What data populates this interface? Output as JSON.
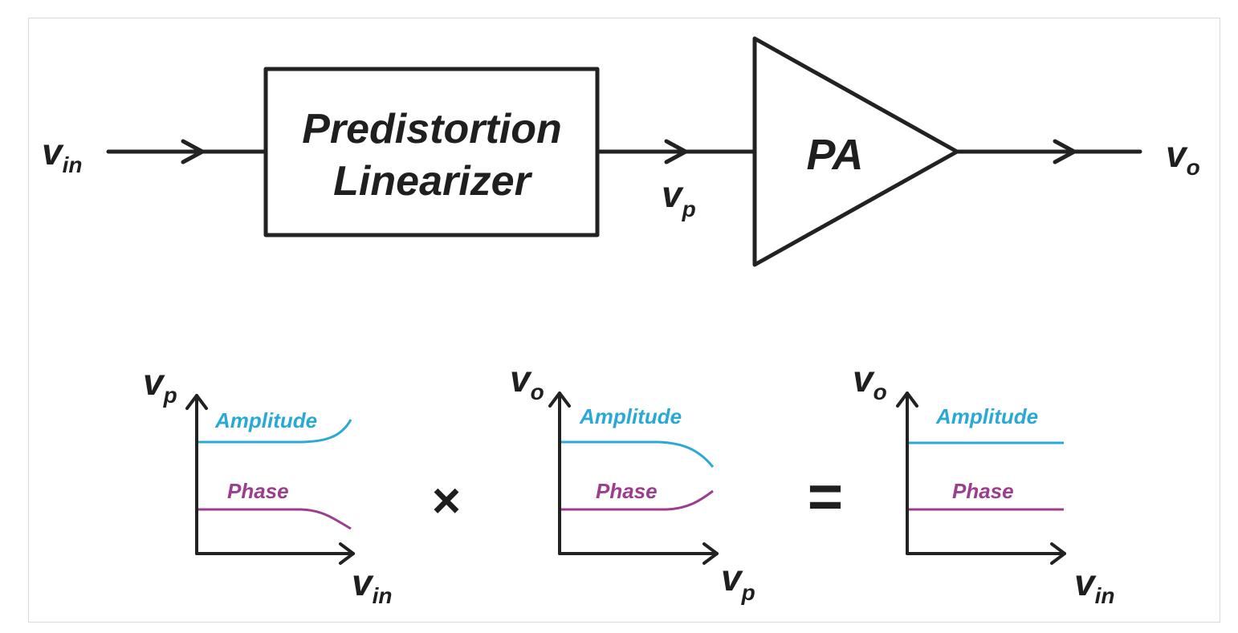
{
  "colors": {
    "line": "#222222",
    "amplitude": "#2aa8d6",
    "phase": "#9c3d8f"
  },
  "signals": {
    "vin_main": "v",
    "vin_sub": "in",
    "vp_main": "v",
    "vp_sub": "p",
    "vo_main": "v",
    "vo_sub": "o"
  },
  "blocks": {
    "predistortion_line1": "Predistortion",
    "predistortion_line2": "Linearizer",
    "pa_label": "PA"
  },
  "operators": {
    "multiply": "×",
    "equals": "="
  },
  "plots": [
    {
      "y_main": "v",
      "y_sub": "p",
      "x_main": "v",
      "x_sub": "in",
      "amplitude_label": "Amplitude",
      "phase_label": "Phase",
      "amplitude_trend": "rising-at-end",
      "phase_trend": "falling-at-end"
    },
    {
      "y_main": "v",
      "y_sub": "o",
      "x_main": "v",
      "x_sub": "p",
      "amplitude_label": "Amplitude",
      "phase_label": "Phase",
      "amplitude_trend": "falling-at-end",
      "phase_trend": "rising-at-end"
    },
    {
      "y_main": "v",
      "y_sub": "o",
      "x_main": "v",
      "x_sub": "in",
      "amplitude_label": "Amplitude",
      "phase_label": "Phase",
      "amplitude_trend": "flat",
      "phase_trend": "flat"
    }
  ]
}
